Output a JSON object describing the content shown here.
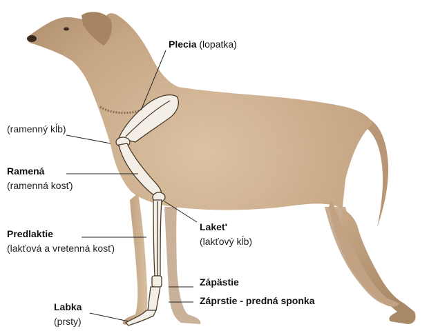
{
  "labels": {
    "plecia": {
      "bold": "Plecia",
      "normal": "(lopatka)"
    },
    "ramenny_klb": "(ramenný kĺb)",
    "ramena": {
      "bold": "Ramená",
      "sub": "(ramenná kosť)"
    },
    "predlaktie": {
      "bold": "Predlaktie",
      "sub": "(lakťová a vretenná kosť)"
    },
    "laket": {
      "bold": "Laket'",
      "sub": "(lakťový kĺb)"
    },
    "zapastie": {
      "bold": "Zápästie"
    },
    "zaprstie": {
      "bold": "Záprstie - predná sponka"
    },
    "labka": {
      "bold": "Labka",
      "sub": "(prsty)"
    }
  },
  "colors": {
    "dog_body": "#c8a987",
    "dog_shadow": "#9b7a5c",
    "bone": "#f4efe6",
    "bone_outline": "#4a3a2c",
    "leader_line": "#222222"
  }
}
